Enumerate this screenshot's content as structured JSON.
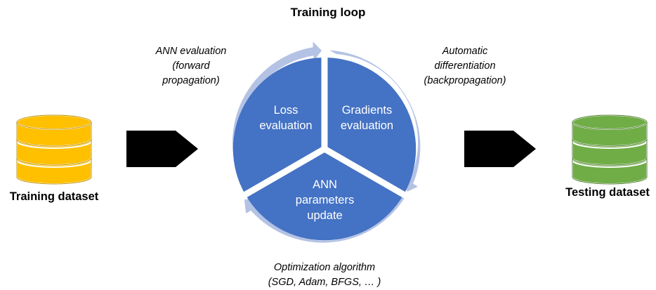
{
  "diagram": {
    "title": "Training loop",
    "training_dataset": {
      "label": "Training dataset",
      "color": "#ffc000"
    },
    "testing_dataset": {
      "label": "Testing dataset",
      "color": "#70ad47"
    },
    "cycle": {
      "segment_color": "#4472c4",
      "arrow_color": "#b4c2e4",
      "segments": [
        {
          "label": "Loss\nevaluation"
        },
        {
          "label": "Gradients\nevaluation"
        },
        {
          "label": "ANN\nparameters\nupdate"
        }
      ]
    },
    "annotations": {
      "forward": "ANN evaluation\n(forward\npropagation)",
      "backward": "Automatic\ndifferentiation\n(backpropagation)",
      "optimizer": "Optimization algorithm\n(SGD, Adam, BFGS, … )"
    }
  }
}
